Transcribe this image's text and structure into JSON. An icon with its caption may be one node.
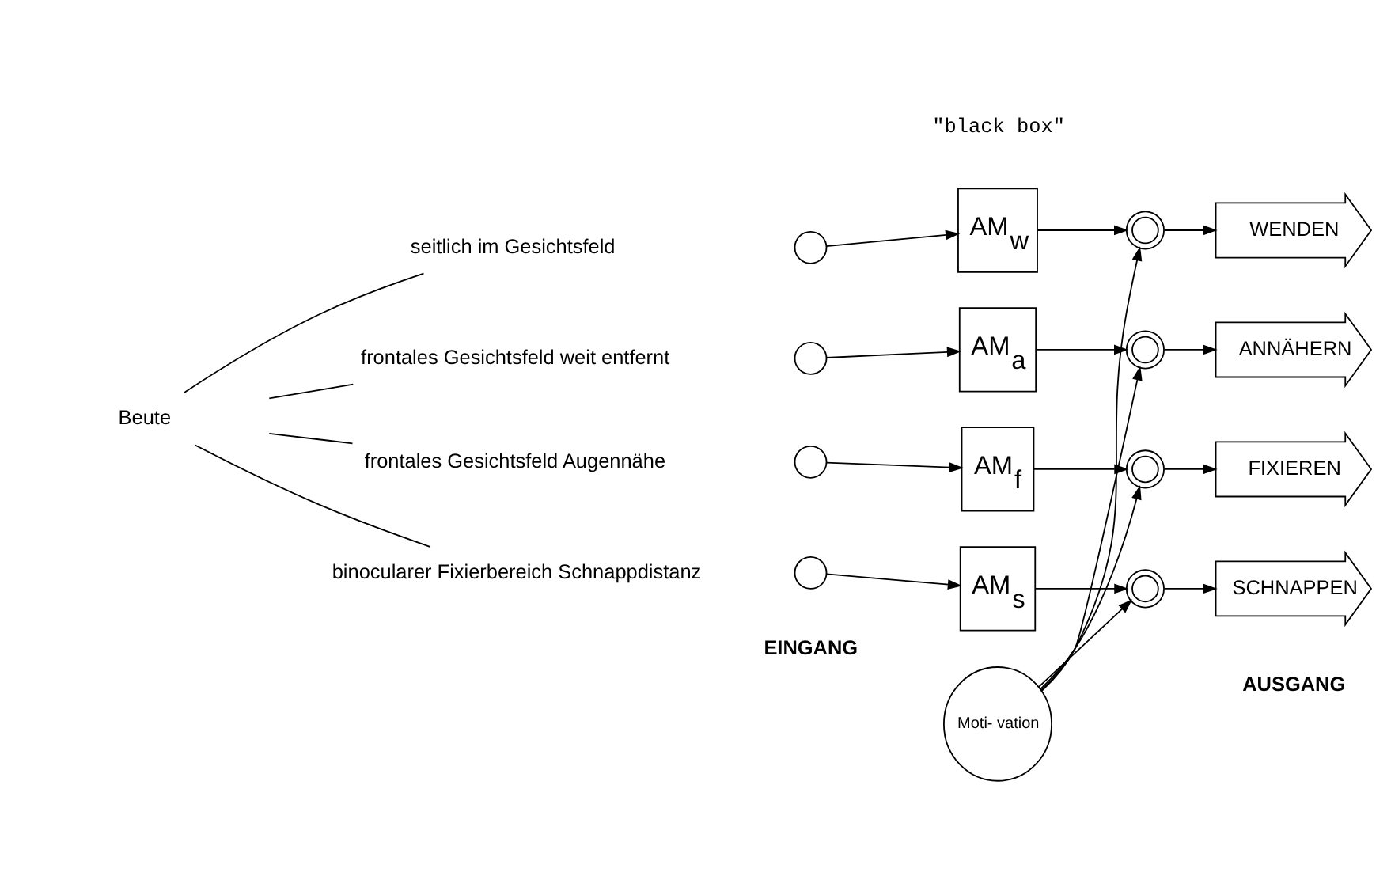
{
  "diagram": {
    "nodes": [
      {
        "text": [
          "Beute"
        ]
      },
      {
        "text": [
          "seitlich im Gesichtsfeld"
        ]
      },
      {
        "text": [
          "frontales Gesichtsfeld weit entfernt"
        ]
      },
      {
        "text": [
          "frontales Gesichtsfeld Augennähe"
        ]
      },
      {
        "text": [
          "binocularer Fixierbereich Schnappdistanz"
        ]
      },
      {
        "text": [],
        "shape": "circle"
      },
      {
        "text": [],
        "shape": "circle"
      },
      {
        "text": [],
        "shape": "circle"
      },
      {
        "text": [],
        "shape": "circle"
      },
      {
        "text": [
          "AM$_{w}$"
        ]
      },
      {
        "text": [
          "AM$_{a}$"
        ]
      },
      {
        "text": [
          "AM$_{f}$"
        ]
      },
      {
        "text": [
          "AM$_{s}$"
        ]
      },
      {
        "text": [
          "Moti- vation"
        ]
      },
      {
        "text": [],
        "shape": "circle"
      },
      {
        "text": [],
        "shape": "circle"
      },
      {
        "text": [],
        "shape": "circle"
      },
      {
        "text": [],
        "shape": "circle"
      },
      {
        "text": [
          "WENDEN"
        ]
      },
      {
        "text": [
          "ANNÄHERN"
        ]
      },
      {
        "text": [
          "FIXIEREN"
        ]
      },
      {
        "text": [
          "SCHNAPPEN"
        ]
      }
    ],
    "edges": [
      {
        "from": 0,
        "to": 1,
        "arrow": "none"
      },
      {
        "from": 0,
        "to": 2,
        "arrow": "none"
      },
      {
        "from": 0,
        "to": 3,
        "arrow": "none"
      },
      {
        "from": 0,
        "to": 4,
        "arrow": "none"
      },
      {
        "from": 5,
        "to": 9,
        "arrow": "to"
      },
      {
        "from": 6,
        "to": 10,
        "arrow": "to"
      },
      {
        "from": 7,
        "to": 11,
        "arrow": "to"
      },
      {
        "from": 8,
        "to": 12,
        "arrow": "to"
      },
      {
        "from": 9,
        "to": 14,
        "arrow": "to"
      },
      {
        "from": 10,
        "to": 15,
        "arrow": "to"
      },
      {
        "from": 11,
        "to": 16,
        "arrow": "to"
      },
      {
        "from": 12,
        "to": 17,
        "arrow": "to"
      },
      {
        "from": 13,
        "to": 14,
        "arrow": "to"
      },
      {
        "from": 13,
        "to": 15,
        "arrow": "to"
      },
      {
        "from": 13,
        "to": 16,
        "arrow": "to"
      },
      {
        "from": 13,
        "to": 17,
        "arrow": "to"
      },
      {
        "from": 14,
        "to": 18,
        "arrow": "to"
      },
      {
        "from": 15,
        "to": 19,
        "arrow": "to"
      },
      {
        "from": 16,
        "to": 20,
        "arrow": "to"
      },
      {
        "from": 17,
        "to": 21,
        "arrow": "to"
      }
    ],
    "labels": [
      "EINGANG",
      "AUSGANG",
      "\"black box\""
    ]
  }
}
